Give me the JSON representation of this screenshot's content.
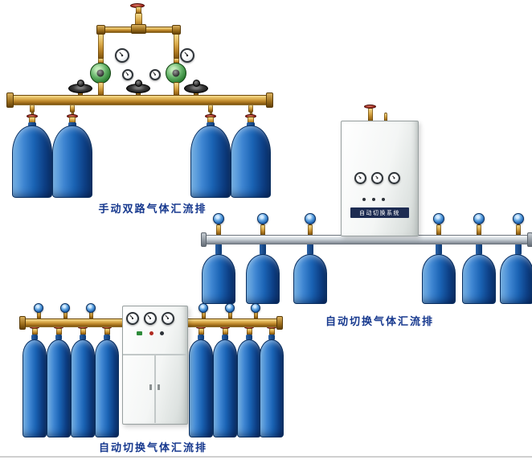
{
  "page": {
    "background": "#ffffff"
  },
  "products": {
    "manual_dual": {
      "caption": "手动双路气体汇流排"
    },
    "auto_switch_right": {
      "caption": "自动切换气体汇流排",
      "cabinet_plate": "自动切换系统"
    },
    "auto_switch_bottom": {
      "caption": "自动切换气体汇流排"
    }
  },
  "colors": {
    "page_bg": "#ffffff",
    "caption_text": "#16388e",
    "plate_bg": "#1d2c52",
    "brass": "#c8923a",
    "cylinder_blue": "#1a63b4",
    "manifold_silver": "#cdd4da",
    "regulator_green": "#2b7d31"
  }
}
